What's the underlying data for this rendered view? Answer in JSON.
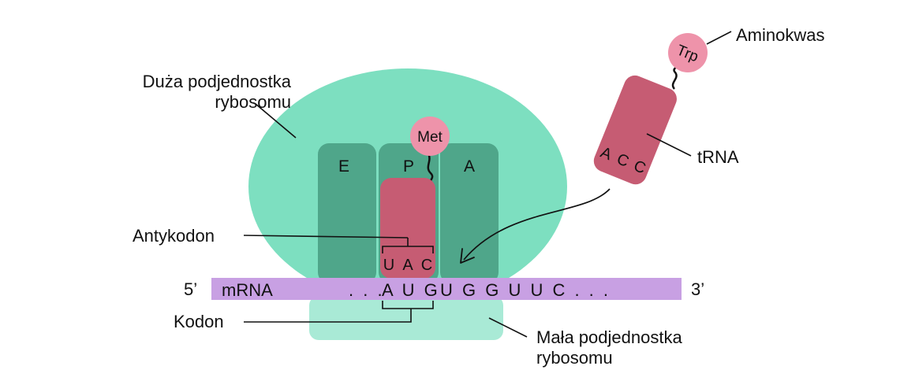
{
  "labels": {
    "large_subunit_line1": "Duża podjednostka",
    "large_subunit_line2": "rybosomu",
    "small_subunit_line1": "Mała podjednostka",
    "small_subunit_line2": "rybosomu",
    "amino_acid": "Aminokwas",
    "trna": "tRNA",
    "anticodon": "Antykodon",
    "codon": "Kodon"
  },
  "sites": {
    "e": "E",
    "p": "P",
    "a": "A"
  },
  "amino_acids": {
    "bound": "Met",
    "incoming": "Trp"
  },
  "mrna": {
    "five_prime": "5’",
    "three_prime": "3’",
    "label": "mRNA",
    "leading_dots": ". . .",
    "codon": "A U G",
    "rest": "U G G U U C . . ."
  },
  "anticodon_bases": [
    "U",
    "A",
    "C"
  ],
  "incoming_anticodon_bases": [
    "A",
    "C",
    "C"
  ],
  "colors": {
    "large_subunit": "#7ddfc0",
    "site_channel": "#4fa68a",
    "small_subunit": "#a9ead6",
    "trna": "#c65c73",
    "amino_acid": "#ee93aa",
    "mrna": "#c8a0e3",
    "text": "#111111"
  }
}
